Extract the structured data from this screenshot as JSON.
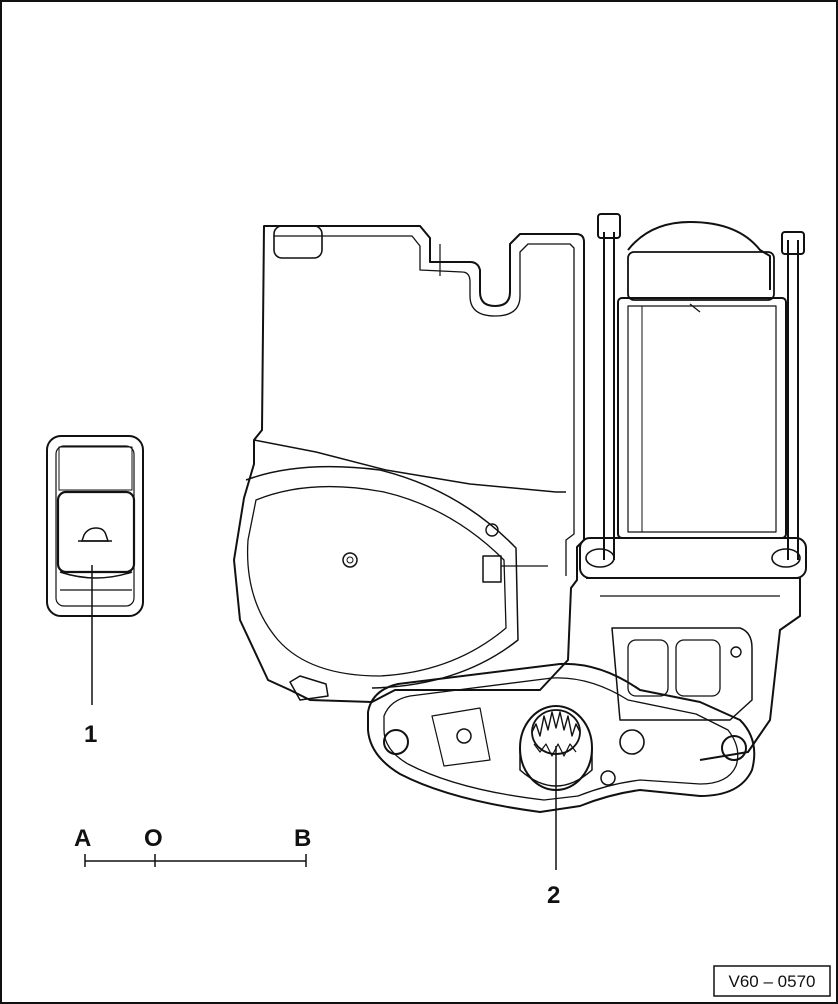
{
  "callouts": {
    "switch_label": "1",
    "motor_label": "2"
  },
  "scale": {
    "left": "A",
    "middle": "O",
    "right": "B"
  },
  "reference": "V60 – 0570",
  "colors": {
    "ink": "#111111",
    "paper": "#ffffff"
  }
}
